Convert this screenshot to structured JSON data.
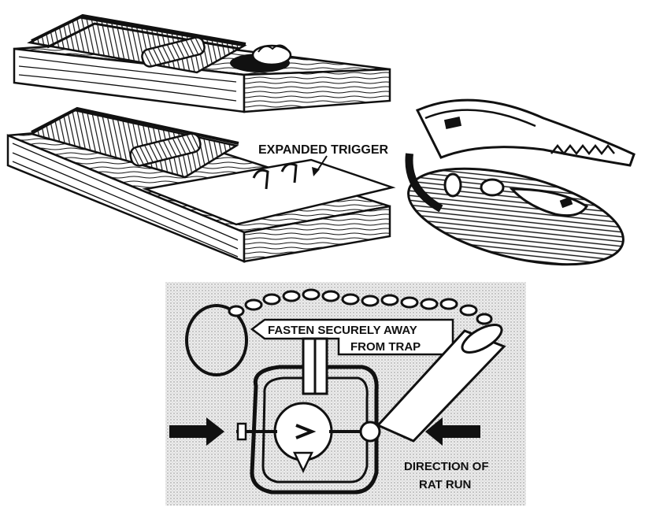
{
  "labels": {
    "expanded_trigger": "EXPANDED TRIGGER",
    "fasten_line1": "FASTEN SECURELY AWAY",
    "fasten_line2": "FROM TRAP",
    "direction_line1": "DIRECTION OF",
    "direction_line2": "RAT RUN"
  },
  "colors": {
    "ink": "#111111",
    "paper": "#ffffff",
    "panel_stipple": "#d9d9d9"
  }
}
